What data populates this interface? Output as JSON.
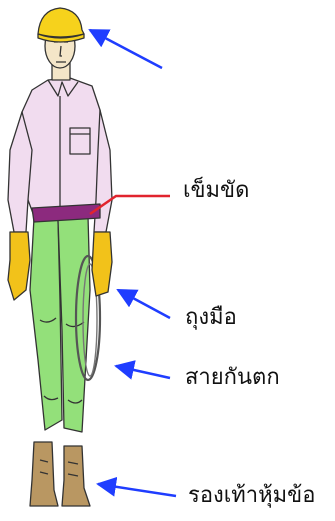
{
  "labels": {
    "belt": "เข็มขัด",
    "gloves": "ถุงมือ",
    "lanyard": "สายกันตก",
    "boots": "รองเท้าหุ้มข้อ"
  },
  "colors": {
    "helmet": "#f6d21c",
    "shirt": "#f1dcef",
    "belt": "#8c2a7e",
    "pants": "#93e07a",
    "gloves": "#f2c21a",
    "boots": "#b99762",
    "skin": "#f4e6c8",
    "blue_arrow": "#1f3dff",
    "red_arrow": "#e1242e",
    "outline": "#333333"
  }
}
